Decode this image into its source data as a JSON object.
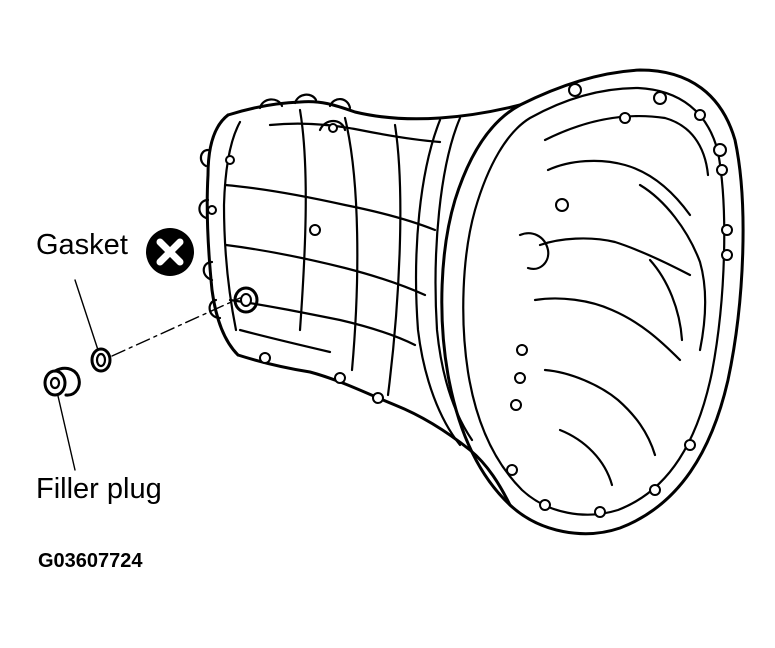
{
  "labels": {
    "gasket": "Gasket",
    "filler_plug": "Filler plug",
    "figure_code": "G03607724"
  },
  "icons": {
    "do_not_reuse": "x-mark-circle-icon"
  },
  "colors": {
    "line": "#000000",
    "background": "#ffffff"
  }
}
